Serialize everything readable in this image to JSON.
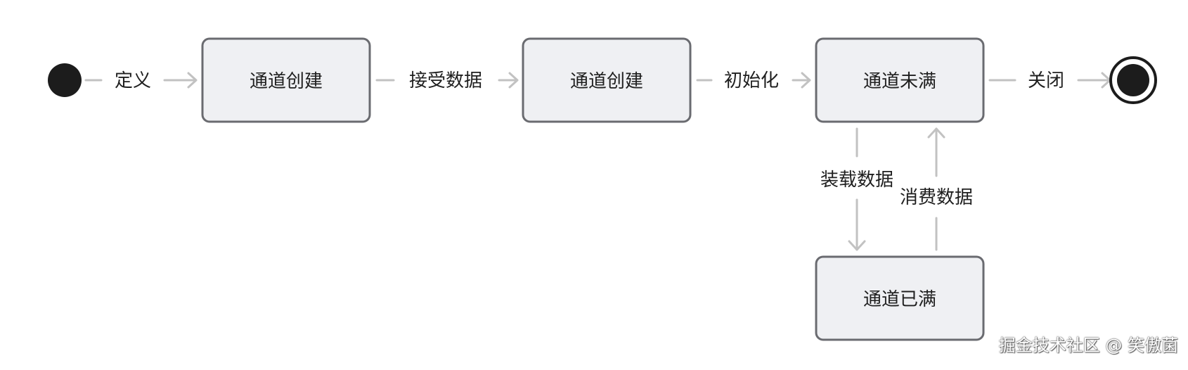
{
  "states": {
    "s1": {
      "label": "通道创建"
    },
    "s2": {
      "label": "通道创建"
    },
    "s3": {
      "label": "通道未满"
    },
    "s4": {
      "label": "通道已满"
    }
  },
  "transitions": {
    "define": "定义",
    "receive_data": "接受数据",
    "initialize": "初始化",
    "close": "关闭",
    "load_data": "装载数据",
    "consume_data": "消费数据"
  },
  "watermark": "掘金技术社区 @ 笑傲菌",
  "colors": {
    "node_fill": "#eff0f3",
    "node_stroke": "#6a6b70",
    "edge": "#c2c2c2",
    "pseudo_state": "#1c1c1c"
  }
}
